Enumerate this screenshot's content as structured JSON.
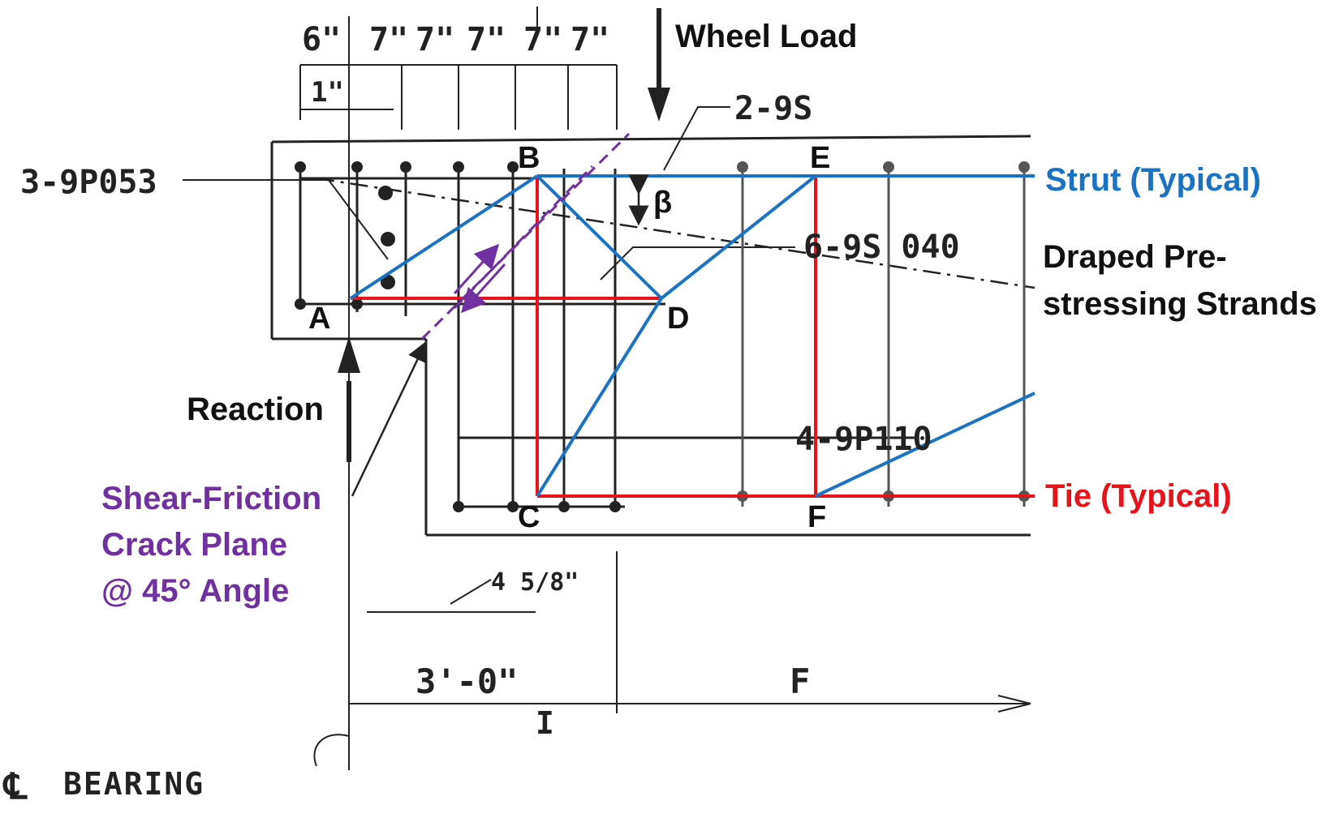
{
  "dimensions": {
    "top": [
      "6\"",
      "7\"",
      "7\"",
      "7\"",
      "7\"",
      "7\""
    ],
    "cover": "1\"",
    "offset": "4 5/8\"",
    "span": "3'-0\"",
    "span_marker": "I",
    "region": "F"
  },
  "rebar_labels": {
    "top_bars": "2-9S",
    "stirrups": "3-9P053",
    "strands": "6-9S 040",
    "long_bars": "4-9P110"
  },
  "bearing_label": "BEARING",
  "bearing_symbol": "℄",
  "loads": {
    "wheel": "Wheel Load",
    "reaction": "Reaction"
  },
  "nodes": {
    "A": "A",
    "B": "B",
    "C": "C",
    "D": "D",
    "E": "E",
    "F": "F"
  },
  "angle_symbol": "β",
  "legend": {
    "strut": "Strut (Typical)",
    "tie": "Tie (Typical)",
    "strands_line1": "Draped Pre-",
    "strands_line2": "stressing Strands",
    "crack_line1": "Shear-Friction",
    "crack_line2": "Crack Plane",
    "crack_line3": "@ 45° Angle"
  },
  "colors": {
    "strut": "#1a73c2",
    "tie": "#e8121a",
    "crack": "#7030a0",
    "drawing": "#222222",
    "bar": "#555555"
  },
  "icons": {
    "load_arrow": "down-arrow-icon",
    "reaction_arrow": "up-arrow-icon"
  }
}
